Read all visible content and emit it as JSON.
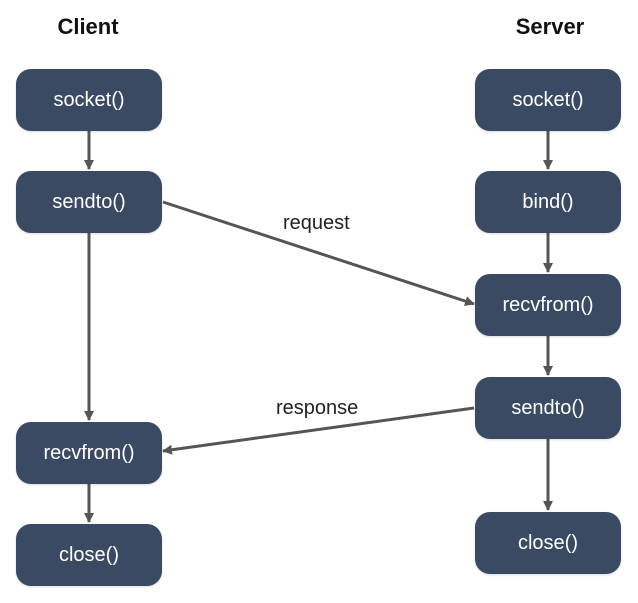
{
  "columns": {
    "client_title": "Client",
    "server_title": "Server"
  },
  "client": {
    "socket": "socket()",
    "sendto": "sendto()",
    "recvfrom": "recvfrom()",
    "close": "close()"
  },
  "server": {
    "socket": "socket()",
    "bind": "bind()",
    "recvfrom": "recvfrom()",
    "sendto": "sendto()",
    "close": "close()"
  },
  "edges": {
    "request_label": "request",
    "response_label": "response"
  },
  "colors": {
    "node_fill": "#3b4a63",
    "node_text": "#ffffff",
    "arrow": "#555555"
  }
}
